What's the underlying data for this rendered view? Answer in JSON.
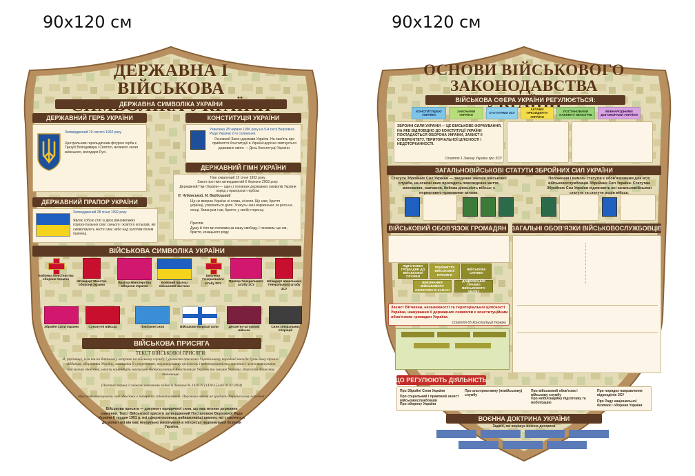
{
  "sizes": {
    "left": "90х120 см",
    "right": "90х120 см"
  },
  "left": {
    "title_line1": "ДЕРЖАВНА І ВІЙСЬКОВА",
    "title_line2": "СИМВОЛІКА УКРАЇНИ",
    "state_symbols_header": "ДЕРЖАВНА СИМВОЛІКА УКРАЇНИ",
    "coat": {
      "header": "ДЕРЖАВНИЙ ГЕРБ УКРАЇНИ",
      "approved": "Затверджений 19 лютого 1992 року",
      "desc": "Центральним геральдичним фігурою герба є Тризуб Володимира і Святого, великого князя київського, володаря Русі."
    },
    "constitution": {
      "header": "КОНСТИТУЦІЯ УКРАЇНИ",
      "adopted": "Ухвалена 28 червня 1996 року на 5-й сесії Верховної Ради України 2-го скликання.",
      "desc": "Основний Закон держави України. На пам'ять про прийняття Конституції в Україні щорічно святкується державне свято — День Конституції України."
    },
    "flag": {
      "header": "ДЕРЖАВНИЙ ПРАПОР УКРАЇНИ",
      "approved": "Затверджений 28 січня 1992 року",
      "desc": "Являє собою стяг із двох рівновеликих горизонтальних смуг синього і жовтого кольорів, які символізують чисте синє небо над золотим полем пшениці."
    },
    "anthem": {
      "header": "ДЕРЖАВНИЙ ГІМН УКРАЇНИ",
      "adopted": "Гімн ухвалений 15 січня 1992 року.",
      "law": "Закон про гімн затверджений 6 березня 2003 року.",
      "desc": "Державний Гімн України — один з головних державних символів України поряд з прапором і гербом.",
      "authors": "П. Чубинський,   М. Вербицький",
      "verse1": "Ще не вмерла України ні слава, ні воля. Ще нам, браття українці, усміхнеться доля. Згинуть наші воріженьки, як роса на сонці, Запануєм і ми, браття, у своїй сторонці.",
      "chorus_label": "Приспів:",
      "chorus": "Душу й тіло ми положим за нашу свободу, І покажем, що ми, браття, козацького роду."
    },
    "military_header": "ВІЙСЬКОВА СИМВОЛІКА УКРАЇНИ",
    "row1": [
      "Емблема Міністерства оборони України",
      "Штандарт Міністра оборони України",
      "Прапор Міністерства оборони України",
      "Бойовий прапор військової частини",
      "Емблема Генерального штабу ЗСУ",
      "Прапор Генерального штабу ЗСУ",
      "Штандарт начальника Генерального штабу ЗСУ"
    ],
    "row2": [
      "Збройні Сили України",
      "Сухопутні війська",
      "Повітряні сили",
      "Військово-Морські сили",
      "Десантно-штурмові війська",
      "Сили спеціальних операцій"
    ],
    "oath": {
      "header": "ВІЙСЬКОВА ПРИСЯГА",
      "subtitle": "ТЕКСТ ВІЙСЬКОВОЇ ПРИСЯГИ:",
      "text": "Я, (прізвище, ім'я та по батькові), вступаю на військову службу і урочисто присягаю Українському народові завжди бути йому вірним і відданим, обороняти Україну, захищати її суверенітет, територіальну цілісність і недоторканність, сумлінно і чесно виконувати військовий обов'язок, накази командирів, неухильно додержуватися Конституції України та законів України, зберігати державну таємницю.",
      "note": "(Частина перша із змінами внесеними згідно із Законом № 1420-IV (1420-15) від 03.02.2004)",
      "promise": "Присягаю виконувати свої обов'язки в інтересах співвітчизників. Присягаю ніколи не зрадити Українському народові!",
      "footer": "Військова присяга — документ юридичної сили, що має велике державне значення. Текст Військової присяги затверджений Постановою Верховної Ради України 6 грудня 1991 р. які сформульовано найважливіші вимоги, які ставляться до воїна і які він має неухильно виконувати в інтересах національної безпеки України."
    }
  },
  "right": {
    "title_line1": "ОСНОВИ ВІЙСЬКОВОГО",
    "title_line2": "ЗАКОНОДАВСТВА УКРАЇНИ",
    "sphere_header": "ВІЙСЬКОВА СФЕРА УКРАЇНИ РЕГУЛЮЄТЬСЯ:",
    "sphere_items": [
      "КОНСТИТУЦІЄЮ УКРАЇНИ",
      "ЗАКОНАМИ УКРАЇНИ",
      "СТАТУТАМИ ЗСУ",
      "АКТАМИ ПРЕЗИДЕНТА УКРАЇНИ",
      "ПОСТАНОВАМИ КАБІНЕТУ МІНІСТРІВ",
      "МІЖНАРОДНИМИ ДОГОВОРАМИ УКРАЇНИ"
    ],
    "armed_forces_def": "ЗБРОЙНІ СИЛИ УКРАЇНИ — ЦЕ ВІЙСЬКОВЕ ФОРМУВАННЯ, НА ЯКЕ ВІДПОВІДНО ДО КОНСТИТУЦІЇ УКРАЇНИ ПОКЛАДАЄТЬСЯ ОБОРОНА УКРАЇНИ, ЗАХИСТ її СУВЕРЕНІТЕТУ, ТЕРИТОРІАЛЬНОЇ ЦІЛІСНОСТІ І НЕДОТОРКАННОСТІ.",
    "armed_forces_src": "Стаття 1 Закону України про ЗСУ",
    "statutes_header": "ЗАГАЛЬНОВІЙСЬКОВІ СТАТУТИ ЗБРОЙНИХ СИЛ УКРАЇНИ",
    "statutes_left": "Статути Збройних Сил України — зведення законів військової служби, на основі яких проходить повсякденне життя, виховання, навчання, бойова діяльність військ; є нормативно-правовими актами.",
    "statutes_right": "Положення і вимоги статутів є обов'язковими для всіх військовослужбовців Збройних Сил України. Статутам Збройних Сил України підлягають всі загальновійськові статути та статути родів військ.",
    "duty_header": "ВІЙСЬКОВИЙ ОБОВ'ЯЗОК ГРОМАДЯН",
    "duties_header": "ЗАГАЛЬНІ ОБОВ'ЯЗКИ ВІЙСЬКОВОСЛУЖБОВЦІВ",
    "duty_tiles": [
      "ПІДГОТОВКА ГРОМАДЯН ДО ВІЙСЬКОВОЇ СЛУЖБИ",
      "ПРИЙНЯТТЯ ВІЙСЬКОВОЇ ПРИСЯГИ",
      "ВІЙСЬКОВА СЛУЖБА",
      "ВИКОНАННЯ ВІЙСЬКОВОГО ОБОВ'ЯЗКУ В ЗАПАСІ",
      "ДОДЕРЖАННЯ ПРАВИЛ ВІЙСЬКОВОГО ОБЛІКУ"
    ],
    "homeland": "Захист Вітчизни, незалежності та територіальної цілісності України, шанування її державних символів є конституційним обов'язком громадян України.",
    "homeland_src": "Стаття 65 Конституції України",
    "laws_header": "ЗАКОНИ, ЩО РЕГУЛЮЮТЬ ДІЯЛЬНІСТЬ ВІЙСЬКА:",
    "laws": [
      "Про Збройні Сили України",
      "Про соціальний і правовий захист військовослужбовців",
      "Про оборону України",
      "Про альтернативну (невійськову) службу",
      "Про військовий обов'язок і військову службу",
      "Про мобілізаційну підготовку та мобілізацію",
      "Про порядок направлення підрозділів ЗСУ",
      "Про Раду національної безпеки і оборони України"
    ],
    "doctrine_header": "ВОЄННА ДОКТРИНА УКРАЇНИ",
    "doctrine_sub": "Задачі, які вирішує воєнна доктрина"
  }
}
